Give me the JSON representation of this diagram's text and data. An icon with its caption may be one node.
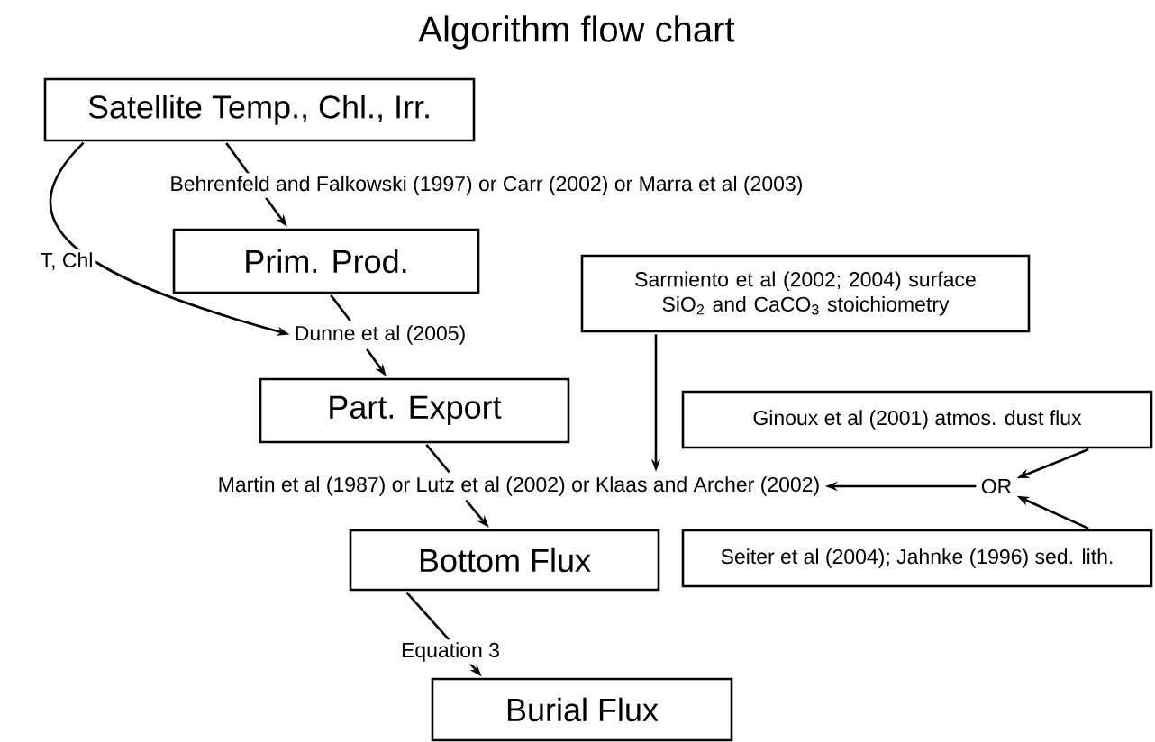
{
  "diagram": {
    "title": "Algorithm flow chart",
    "nodes": [
      {
        "text": [
          "Satellite Temp., Chl., Irr."
        ]
      },
      {
        "text": [
          "Prim. Prod."
        ]
      },
      {
        "text": [
          "Dunne et al (2005)"
        ]
      },
      {
        "text": [
          "Part. Export"
        ]
      },
      {
        "text": [
          "Sarmiento et al (2002; 2004) surface SiO$_{2}$ and CaCO$_{3}$ stoichiometry"
        ]
      },
      {
        "text": [
          "Martin et al (1987) or Lutz et al (2002) or Klaas and Archer (2002)"
        ]
      },
      {
        "text": [
          "Ginoux et al (2001) atmos. dust flux"
        ]
      },
      {
        "text": [
          "OR"
        ]
      },
      {
        "text": [
          "Seiter et al (2004); Jahnke (1996) sed. lith."
        ]
      },
      {
        "text": [
          "Bottom Flux"
        ]
      },
      {
        "text": [
          "Burial Flux"
        ]
      }
    ],
    "edges": [
      {
        "from": 0,
        "to": 1,
        "arrow": "to",
        "label": "Behrenfeld and Falkowski (1997) or Carr (2002) or Marra et al (2003)"
      },
      {
        "from": 0,
        "to": 2,
        "arrow": "to",
        "label": "T, Chl"
      },
      {
        "from": 1,
        "to": 2,
        "arrow": "none"
      },
      {
        "from": 2,
        "to": 3,
        "arrow": "to"
      },
      {
        "from": 3,
        "to": 5,
        "arrow": "none"
      },
      {
        "from": 5,
        "to": 9,
        "arrow": "to"
      },
      {
        "from": 4,
        "to": 5,
        "arrow": "to"
      },
      {
        "from": 7,
        "to": 5,
        "arrow": "to"
      },
      {
        "from": 6,
        "to": 7,
        "arrow": "to"
      },
      {
        "from": 8,
        "to": 7,
        "arrow": "to"
      },
      {
        "from": 9,
        "to": 10,
        "arrow": "to",
        "label": "Equation 3"
      }
    ]
  }
}
